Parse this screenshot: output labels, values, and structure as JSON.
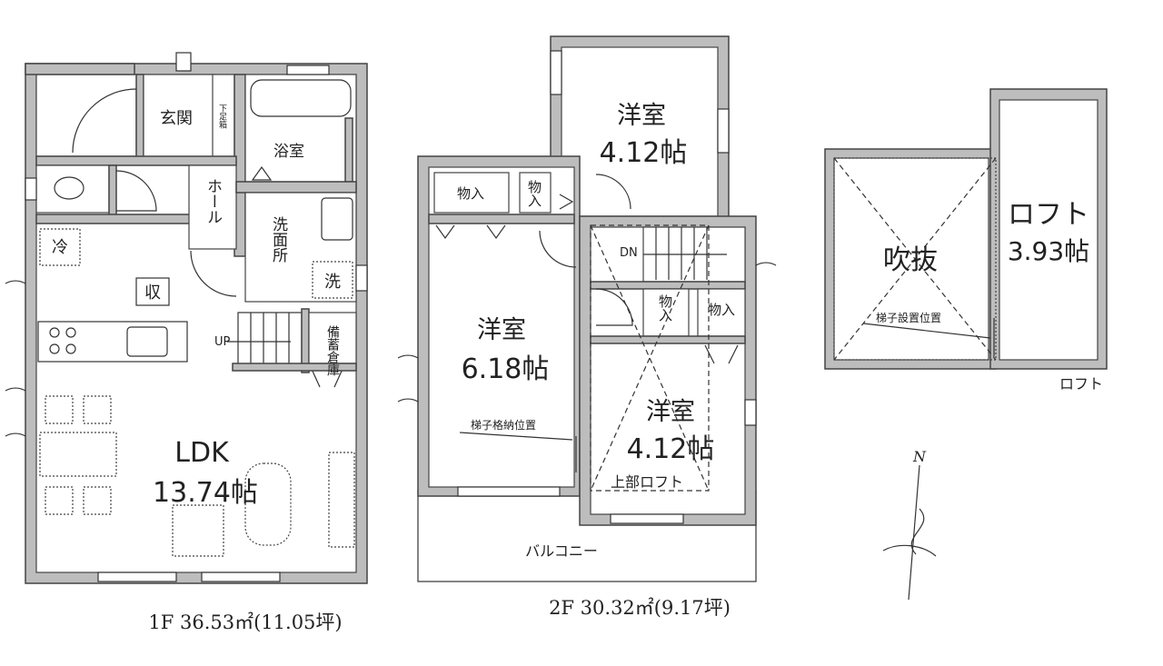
{
  "floor1": {
    "rooms": {
      "entrance": "玄関",
      "shoe_storage": "下足箱",
      "bath": "浴室",
      "hall": "ホール",
      "washroom": "洗面所",
      "wash_mark": "洗",
      "fridge": "冷",
      "storage": "収",
      "stock": "備蓄倉庫",
      "ldk_name": "LDK",
      "ldk_size": "13.74帖",
      "up": "UP"
    },
    "caption": "1F 36.53㎡(11.05坪)"
  },
  "floor2": {
    "rooms": {
      "room_a_name": "洋室",
      "room_a_size": "4.12帖",
      "room_b_name": "洋室",
      "room_b_size": "6.18帖",
      "room_c_name": "洋室",
      "room_c_size": "4.12帖",
      "closet_1": "物入",
      "closet_2": "物入",
      "closet_3": "物入",
      "closet_4": "物入",
      "ladder_storage": "梯子格納位置",
      "loft_above": "上部ロフト",
      "dn": "DN",
      "balcony": "バルコニー"
    },
    "caption": "2F 30.32㎡(9.17坪)"
  },
  "loft": {
    "void": "吹抜",
    "loft_name": "ロフト",
    "loft_size": "3.93帖",
    "ladder_position": "梯子設置位置",
    "label": "ロフト"
  },
  "compass": {
    "north": "N"
  }
}
